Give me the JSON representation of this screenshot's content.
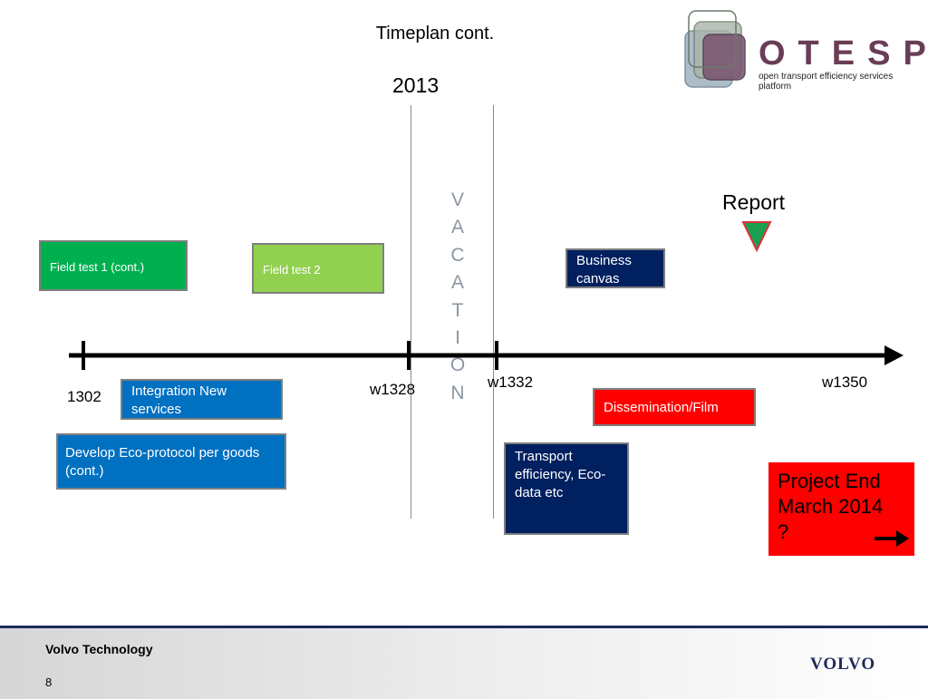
{
  "header": {
    "title": "Timeplan cont.",
    "year": "2013"
  },
  "logo": {
    "name": "OTESP",
    "tagline": "open transport efficiency services platform"
  },
  "vacation": [
    "V",
    "A",
    "C",
    "A",
    "T",
    "I",
    "O",
    "N"
  ],
  "timeline": {
    "start_label": "1302",
    "weeks": [
      "w1328",
      "w1332",
      "w1350"
    ]
  },
  "milestone": {
    "label": "Report",
    "color": "#1aa050"
  },
  "activities": {
    "field_test_1": "Field test 1 (cont.)",
    "field_test_2": "Field test 2",
    "business_canvas": "Business canvas",
    "integration": "Integration New services",
    "eco_protocol": "Develop Eco-protocol per goods (cont.)",
    "dissemination": "Dissemination/Film",
    "transport_efficiency": "Transport efficiency, Eco-data etc"
  },
  "project_end": {
    "line1": "Project End",
    "line2": "March 2014",
    "line3": "?"
  },
  "footer": {
    "company": "Volvo Technology",
    "page": "8",
    "brand": "VOLVO"
  },
  "colors": {
    "green_dark": "#00b050",
    "green_light": "#92d050",
    "navy": "#002060",
    "blue": "#0070c0",
    "red": "#ff0000"
  }
}
